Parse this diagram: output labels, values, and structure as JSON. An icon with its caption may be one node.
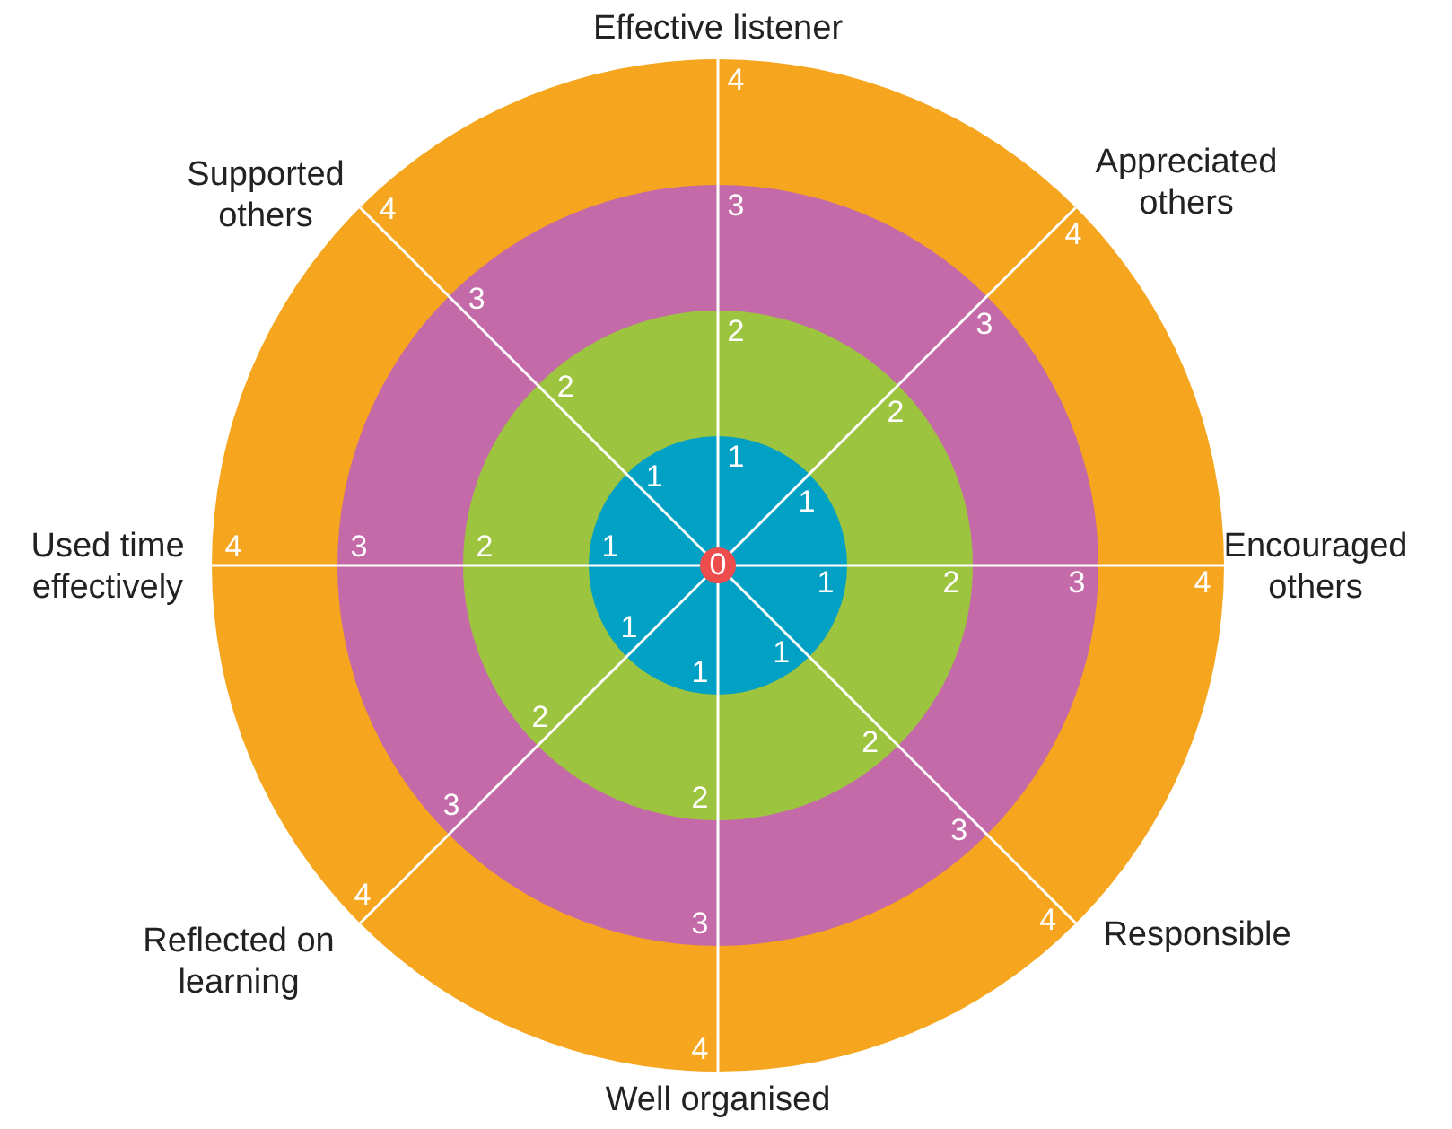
{
  "diagram": {
    "labels": [
      "Effective listener",
      "Appreciated others",
      "Encouraged others",
      "Responsible",
      "Well organised",
      "Reflected on learning",
      "Used time effectively",
      "Supported others",
      "0",
      "1",
      "2",
      "3",
      "4",
      "1",
      "2",
      "3",
      "4",
      "1",
      "2",
      "3",
      "4",
      "1",
      "2",
      "3",
      "4",
      "1",
      "2",
      "3",
      "4",
      "1",
      "2",
      "3",
      "4",
      "1",
      "2",
      "3",
      "4",
      "1",
      "2",
      "3",
      "4"
    ]
  }
}
